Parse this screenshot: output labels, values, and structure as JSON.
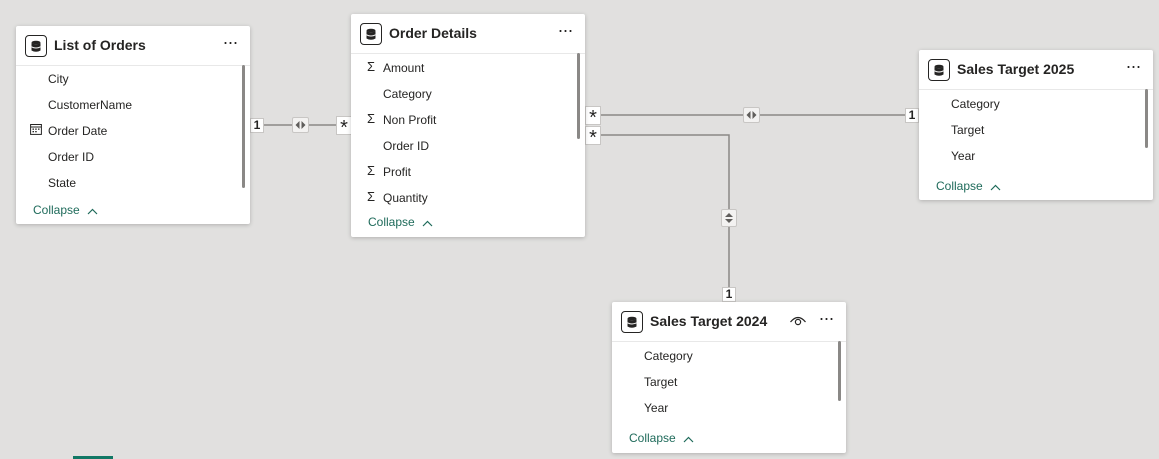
{
  "tables": [
    {
      "id": "list-of-orders",
      "title": "List of Orders",
      "fields": [
        {
          "name": "City",
          "icon": "none"
        },
        {
          "name": "CustomerName",
          "icon": "none"
        },
        {
          "name": "Order Date",
          "icon": "calendar-icon"
        },
        {
          "name": "Order ID",
          "icon": "none"
        },
        {
          "name": "State",
          "icon": "none"
        }
      ],
      "collapse_label": "Collapse",
      "more_label": "···"
    },
    {
      "id": "order-details",
      "title": "Order Details",
      "fields": [
        {
          "name": "Amount",
          "icon": "sigma-icon"
        },
        {
          "name": "Category",
          "icon": "none"
        },
        {
          "name": "Non Profit",
          "icon": "sigma-icon"
        },
        {
          "name": "Order ID",
          "icon": "none"
        },
        {
          "name": "Profit",
          "icon": "sigma-icon"
        },
        {
          "name": "Quantity",
          "icon": "sigma-icon"
        }
      ],
      "collapse_label": "Collapse",
      "more_label": "···"
    },
    {
      "id": "sales-target-2025",
      "title": "Sales Target 2025",
      "fields": [
        {
          "name": "Category",
          "icon": "none"
        },
        {
          "name": "Target",
          "icon": "none"
        },
        {
          "name": "Year",
          "icon": "none"
        }
      ],
      "collapse_label": "Collapse",
      "more_label": "···"
    },
    {
      "id": "sales-target-2024",
      "title": "Sales Target 2024",
      "fields": [
        {
          "name": "Category",
          "icon": "none"
        },
        {
          "name": "Target",
          "icon": "none"
        },
        {
          "name": "Year",
          "icon": "none"
        }
      ],
      "collapse_label": "Collapse",
      "more_label": "···",
      "hidden_icon": "eye-icon"
    }
  ],
  "relationships": [
    {
      "from": "List of Orders",
      "to": "Order Details",
      "from_cardinality": "1",
      "to_cardinality": "*",
      "direction": "both"
    },
    {
      "from": "Order Details",
      "to": "Sales Target 2025",
      "from_cardinality": "*",
      "to_cardinality": "1",
      "direction": "both"
    },
    {
      "from": "Order Details",
      "to": "Sales Target 2024",
      "from_cardinality": "*",
      "to_cardinality": "1",
      "direction": "both"
    }
  ],
  "colors": {
    "canvas": "#e1e0df",
    "card": "#ffffff",
    "collapse_link": "#1f6b5b",
    "line": "#8a8886",
    "text": "#252423"
  }
}
